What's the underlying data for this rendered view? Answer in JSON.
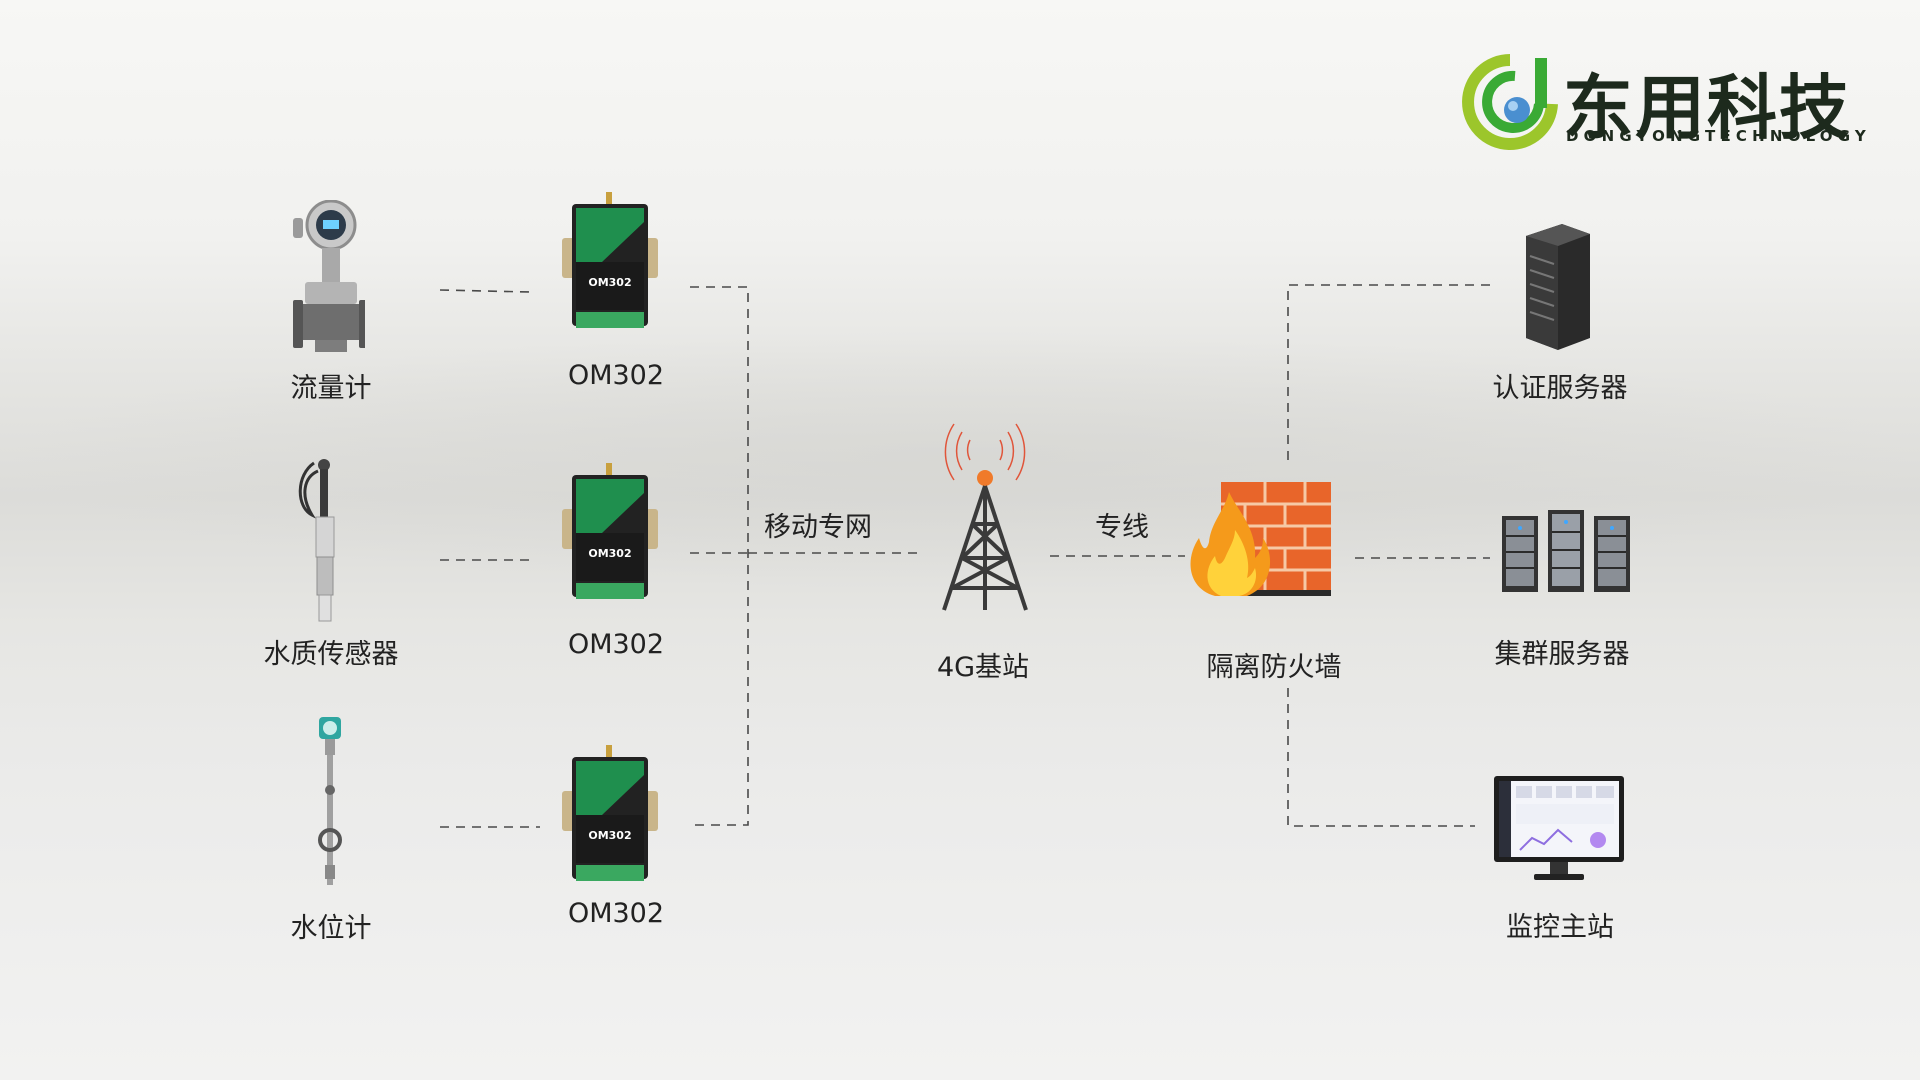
{
  "logo": {
    "name_cn": "东用科技",
    "name_en": "DONGYONGTECHNOLOGY"
  },
  "sensors": [
    {
      "label": "流量计"
    },
    {
      "label": "水质传感器"
    },
    {
      "label": "水位计"
    }
  ],
  "gateways": [
    {
      "label": "OM302",
      "device_text": "OM302"
    },
    {
      "label": "OM302",
      "device_text": "OM302"
    },
    {
      "label": "OM302",
      "device_text": "OM302"
    }
  ],
  "links": {
    "mobile_network": "移动专网",
    "dedicated_line": "专线"
  },
  "base_station": {
    "label": "4G基站"
  },
  "firewall": {
    "label": "隔离防火墙"
  },
  "servers": [
    {
      "label": "认证服务器"
    },
    {
      "label": "集群服务器"
    },
    {
      "label": "监控主站"
    }
  ],
  "colors": {
    "logo_green": "#3aaa35",
    "logo_yellow_green": "#9cc62b",
    "device_green": "#1f8f4e",
    "firewall_brick": "#e8652a",
    "line": "#555555"
  }
}
